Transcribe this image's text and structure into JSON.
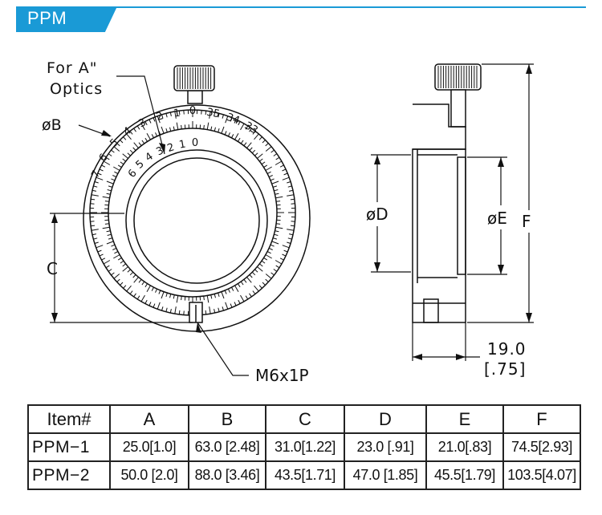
{
  "header": {
    "title": "PPM",
    "accent_color": "#1a9ad6"
  },
  "front_view": {
    "label_optics": [
      "For A\"",
      "Optics"
    ],
    "label_b": "øB",
    "label_c": "C",
    "label_thread": "M6x1P",
    "outer_scale_left": [
      "0",
      "1",
      "2",
      "3",
      "4",
      "5",
      "6",
      "7"
    ],
    "outer_scale_right": [
      "35",
      "34",
      "33"
    ],
    "inner_scale": [
      "0",
      "1",
      "2",
      "3",
      "4",
      "5",
      "6"
    ]
  },
  "side_view": {
    "label_d": "øD",
    "label_e": "øE",
    "label_f": "F",
    "thickness_mm": "19.0",
    "thickness_in": "[.75]"
  },
  "table": {
    "columns": [
      "Item#",
      "A",
      "B",
      "C",
      "D",
      "E",
      "F"
    ],
    "rows": [
      [
        "PPM−1",
        "25.0[1.0]",
        "63.0 [2.48]",
        "31.0[1.22]",
        "23.0 [.91]",
        "21.0[.83]",
        "74.5[2.93]"
      ],
      [
        "PPM−2",
        "50.0 [2.0]",
        "88.0 [3.46]",
        "43.5[1.71]",
        "47.0 [1.85]",
        "45.5[1.79]",
        "103.5[4.07]"
      ]
    ]
  }
}
